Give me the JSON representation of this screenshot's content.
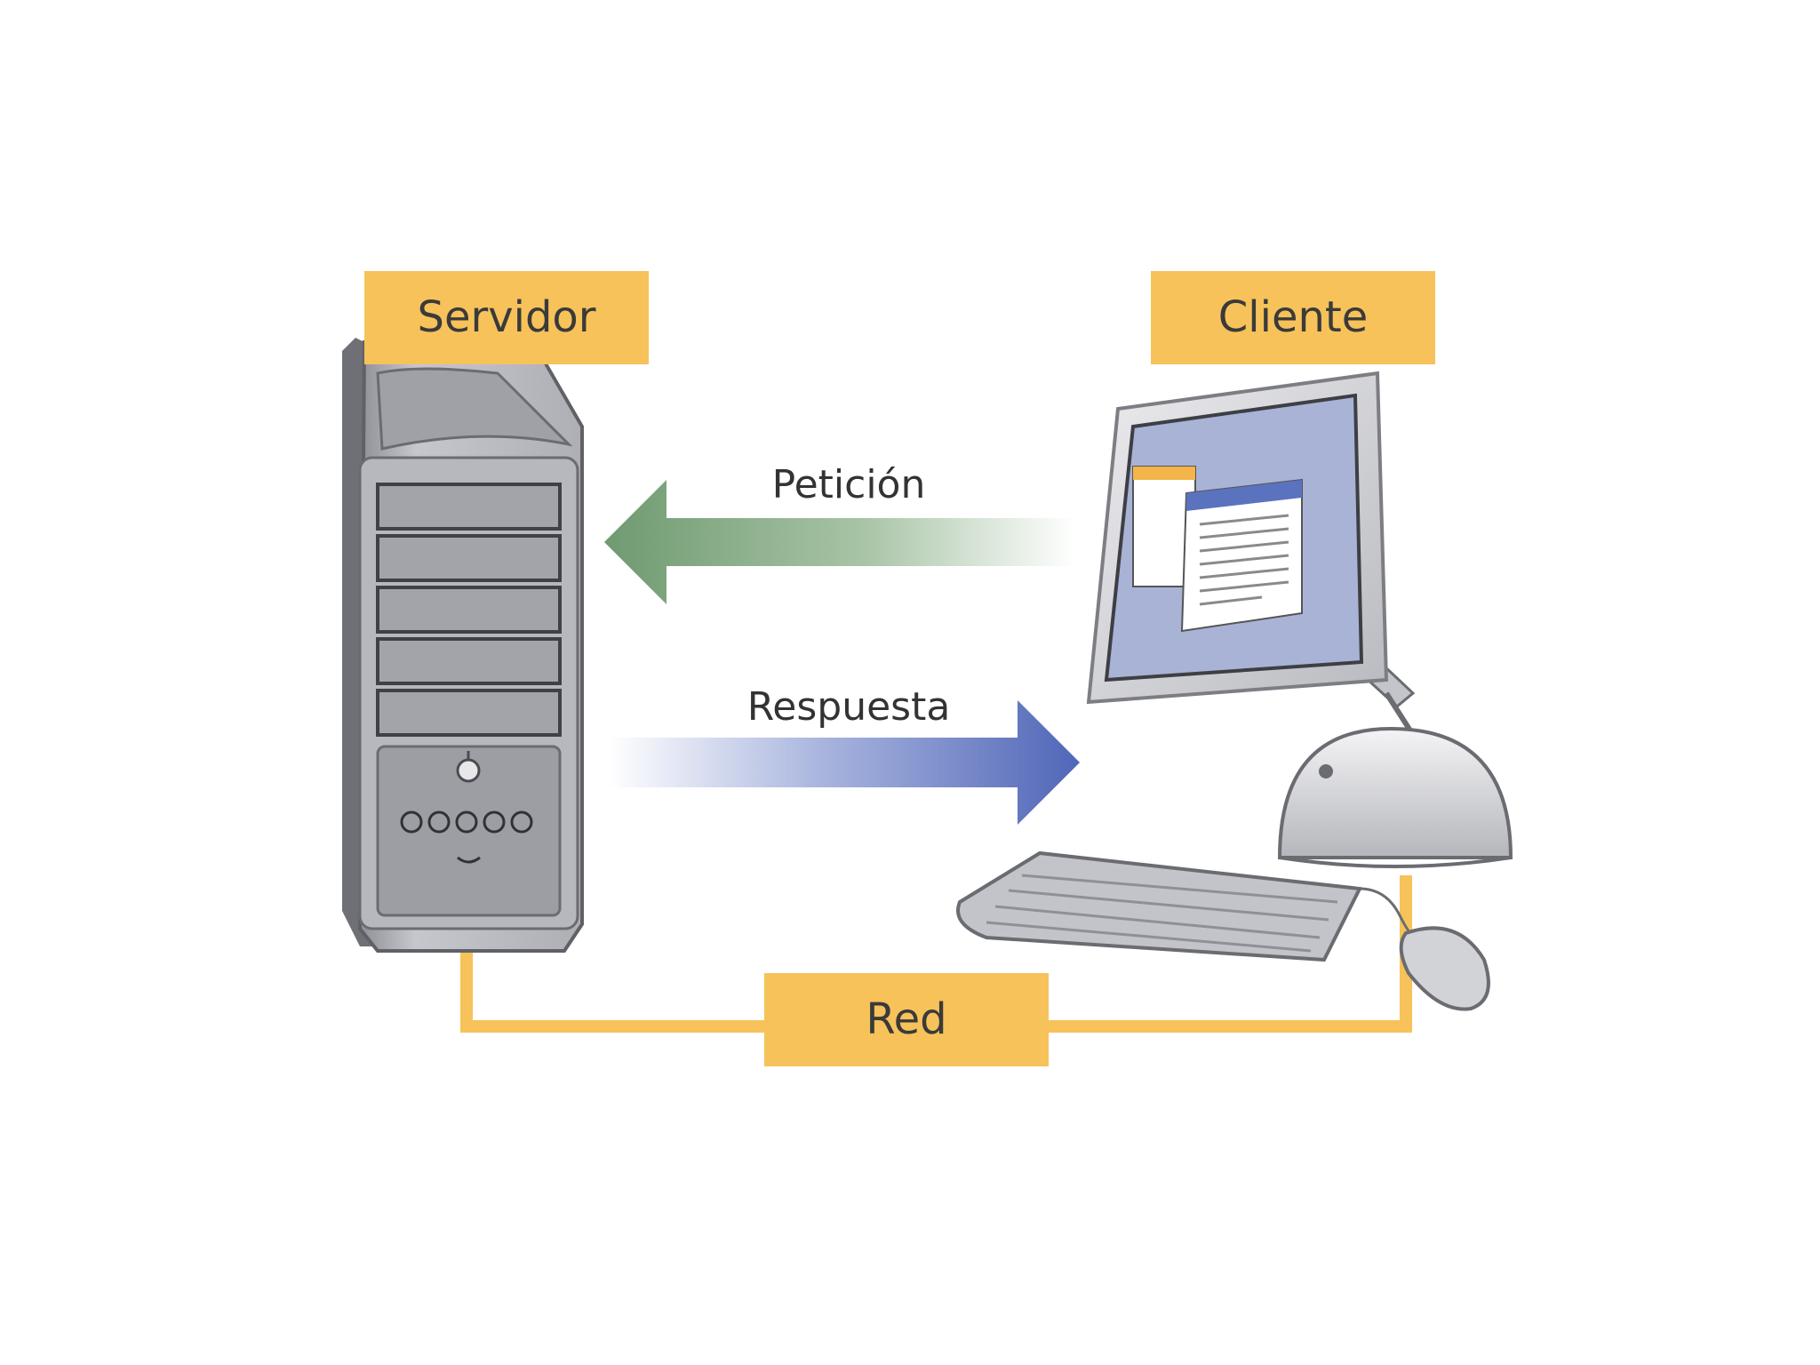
{
  "nodes": {
    "server": {
      "label": "Servidor"
    },
    "client": {
      "label": "Cliente"
    },
    "network": {
      "label": "Red"
    }
  },
  "flows": {
    "request": {
      "label": "Petición"
    },
    "response": {
      "label": "Respuesta"
    }
  },
  "colors": {
    "label_box": "#f7c25a",
    "network_line": "#f7c25a",
    "request_arrow": "#7fa57f",
    "response_arrow": "#5b72bf",
    "device_body": "#c9cacf",
    "device_dark": "#8e9097",
    "screen": "#a9b3d6"
  }
}
